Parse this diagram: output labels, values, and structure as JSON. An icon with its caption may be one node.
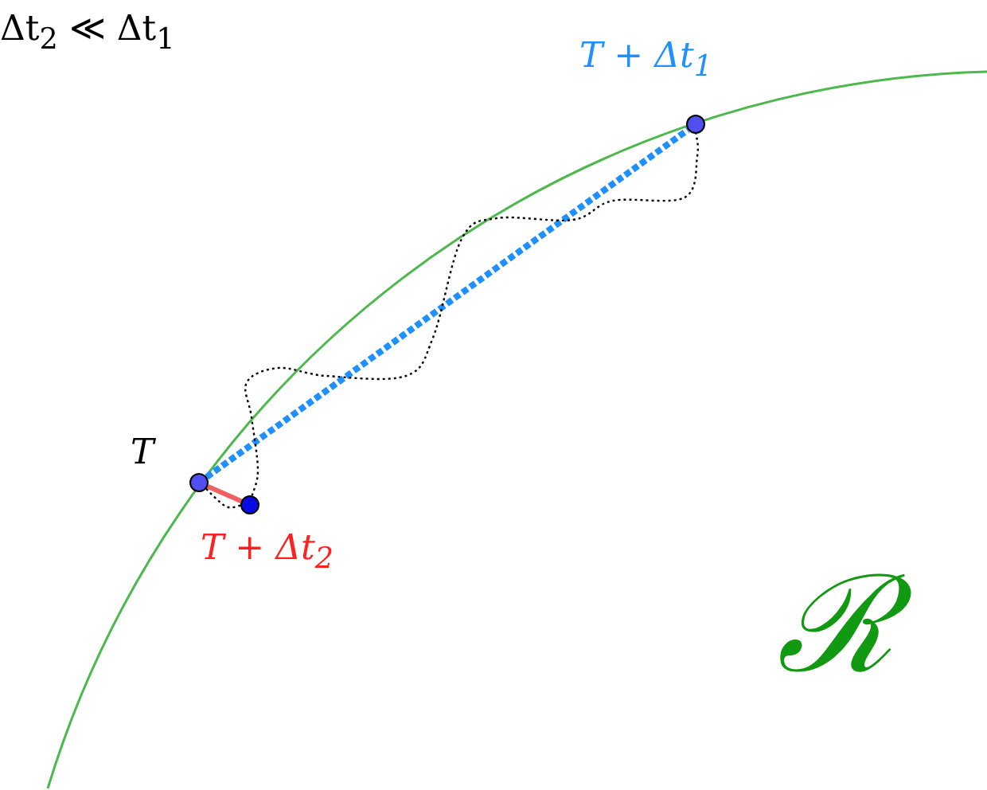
{
  "diagram": {
    "nodes": [
      {
        "text": [],
        "shape": "circle",
        "beside": [
          "T"
        ]
      },
      {
        "text": [],
        "shape": "circle",
        "beside": [
          "T + Δt$_{1}$"
        ]
      },
      {
        "text": [],
        "shape": "circle",
        "beside": [
          "T + Δt$_{2}$"
        ]
      }
    ],
    "edges": [
      {
        "from": 0,
        "to": 1,
        "arrow": "none",
        "style": "dashed",
        "color": "#1e90ff"
      },
      {
        "from": 0,
        "to": 2,
        "arrow": "none",
        "style": "thick",
        "color": "#f06060"
      },
      {
        "from": 2,
        "to": 1,
        "arrow": "none",
        "style": "dashed"
      },
      {
        "from": 0,
        "to": 2,
        "arrow": "none",
        "style": "dashed"
      }
    ],
    "labels": [
      "Δt$_{2}$ ≪ Δt$_{1}$",
      "ℛ"
    ]
  }
}
